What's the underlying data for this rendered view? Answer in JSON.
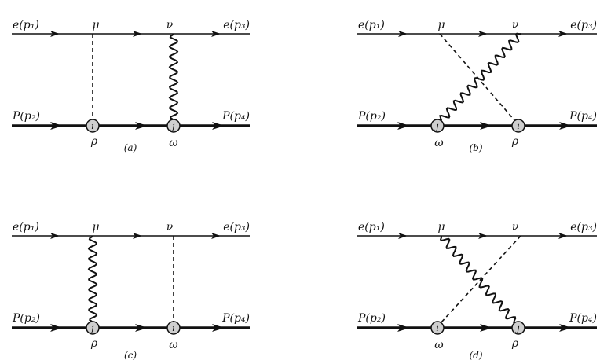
{
  "panels": [
    {
      "id": "a",
      "electron_in": "e(p₁)",
      "electron_out": "e(p₃)",
      "proton_in": "P(p₂)",
      "proton_out": "P(p₄)",
      "mu": "μ",
      "nu": "ν",
      "vertex_left_label": "ρ",
      "vertex_right_label": "ω",
      "blob_left": "i",
      "blob_right": "j",
      "caption": "(a)"
    },
    {
      "id": "b",
      "electron_in": "e(p₁)",
      "electron_out": "e(p₃)",
      "proton_in": "P(p₂)",
      "proton_out": "P(p₄)",
      "mu": "μ",
      "nu": "ν",
      "vertex_left_label": "ω",
      "vertex_right_label": "ρ",
      "blob_left": "j",
      "blob_right": "i",
      "caption": "(b)"
    },
    {
      "id": "c",
      "electron_in": "e(p₁)",
      "electron_out": "e(p₃)",
      "proton_in": "P(p₂)",
      "proton_out": "P(p₄)",
      "mu": "μ",
      "nu": "ν",
      "vertex_left_label": "ρ",
      "vertex_right_label": "ω",
      "blob_left": "j",
      "blob_right": "i",
      "caption": "(c)"
    },
    {
      "id": "d",
      "electron_in": "e(p₁)",
      "electron_out": "e(p₃)",
      "proton_in": "P(p₂)",
      "proton_out": "P(p₄)",
      "mu": "μ",
      "nu": "ν",
      "vertex_left_label": "ω",
      "vertex_right_label": "ρ",
      "blob_left": "i",
      "blob_right": "j",
      "caption": "(d)"
    }
  ]
}
